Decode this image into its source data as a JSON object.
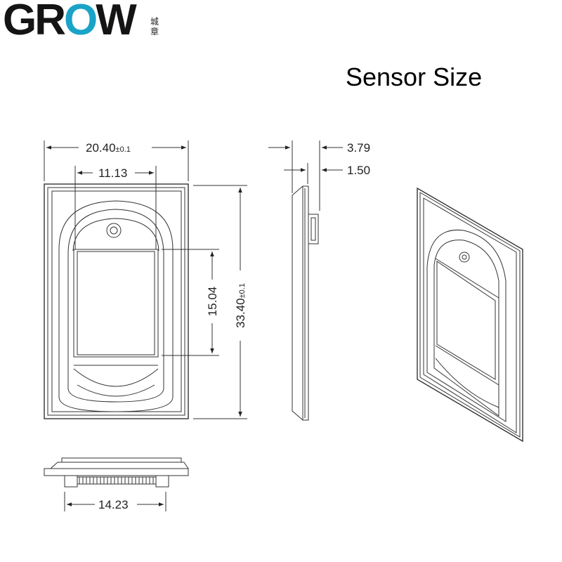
{
  "brand": {
    "logo_text": "GROW",
    "seal_text": "城章",
    "accent_color": "#1aa3c8"
  },
  "title": "Sensor Size",
  "dimensions": {
    "width_value": "20.40",
    "width_tol": "±0.1",
    "window_width": "11.13",
    "window_height": "15.04",
    "height_value": "33.40",
    "height_tol": "±0.1",
    "thickness_total": "3.79",
    "thickness_flange": "1.50",
    "bottom_width": "14.23"
  }
}
